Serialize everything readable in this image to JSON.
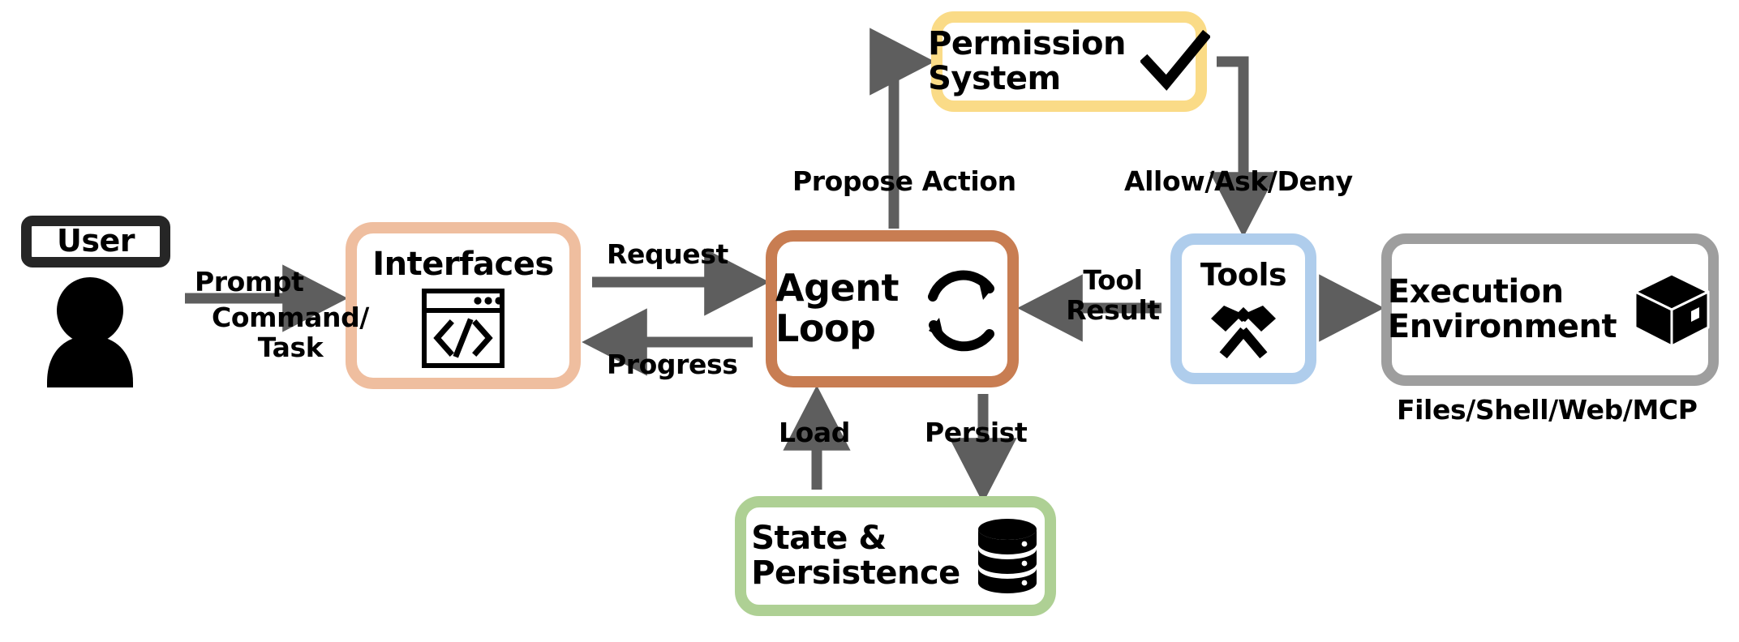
{
  "diagram": {
    "title": "Agent architecture flow",
    "nodes": {
      "user": {
        "label": "User",
        "icon": "person-icon",
        "border_color": "#262626"
      },
      "interfaces": {
        "label": "Interfaces",
        "icon": "code-window-icon",
        "border_color": "#EFBE9F"
      },
      "agent": {
        "label": "Agent\nLoop",
        "icon": "refresh-loop-icon",
        "border_color": "#C87D52"
      },
      "permission": {
        "label": "Permission\nSystem",
        "icon": "checkmark-icon",
        "border_color": "#FADB87"
      },
      "tools": {
        "label": "Tools",
        "icon": "hammers-icon",
        "border_color": "#AFCDEC"
      },
      "execution": {
        "label": "Execution\nEnvironment",
        "icon": "box-3d-icon",
        "border_color": "#9E9E9E"
      },
      "state": {
        "label": "State &\nPersistence",
        "icon": "database-icon",
        "border_color": "#AED094"
      }
    },
    "edges": [
      {
        "id": "prompt",
        "label": "Prompt",
        "from": "user",
        "to": "interfaces"
      },
      {
        "id": "commandtask",
        "label": "Command/\nTask",
        "from": "user",
        "to": "interfaces"
      },
      {
        "id": "request",
        "label": "Request",
        "from": "interfaces",
        "to": "agent"
      },
      {
        "id": "progress",
        "label": "Progress",
        "from": "agent",
        "to": "interfaces"
      },
      {
        "id": "propose",
        "label": "Propose Action",
        "from": "agent",
        "to": "permission"
      },
      {
        "id": "allow",
        "label": "Allow/Ask/Deny",
        "from": "permission",
        "to": "tools"
      },
      {
        "id": "toolresult",
        "label": "Tool\nResult",
        "from": "tools",
        "to": "agent"
      },
      {
        "id": "load",
        "label": "Load",
        "from": "state",
        "to": "agent"
      },
      {
        "id": "persist",
        "label": "Persist",
        "from": "agent",
        "to": "state"
      },
      {
        "id": "agent-tools",
        "label": "",
        "from": "agent",
        "to": "tools"
      },
      {
        "id": "tools-exec",
        "label": "",
        "from": "tools",
        "to": "execution"
      }
    ],
    "captions": {
      "execution_caption": "Files/Shell/Web/MCP"
    },
    "colors": {
      "arrow": "#5E5E5E",
      "ink": "#000000",
      "background": "#FFFFFF"
    }
  }
}
